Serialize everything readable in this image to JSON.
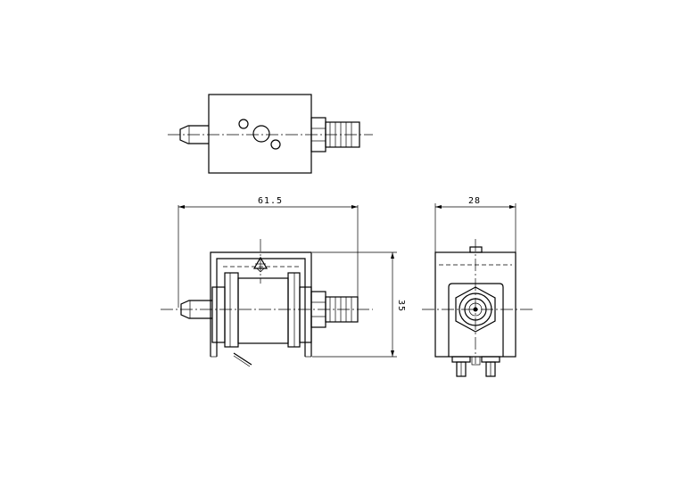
{
  "dimensions": {
    "overall_length": "61.5",
    "height": "35",
    "width": "28"
  }
}
